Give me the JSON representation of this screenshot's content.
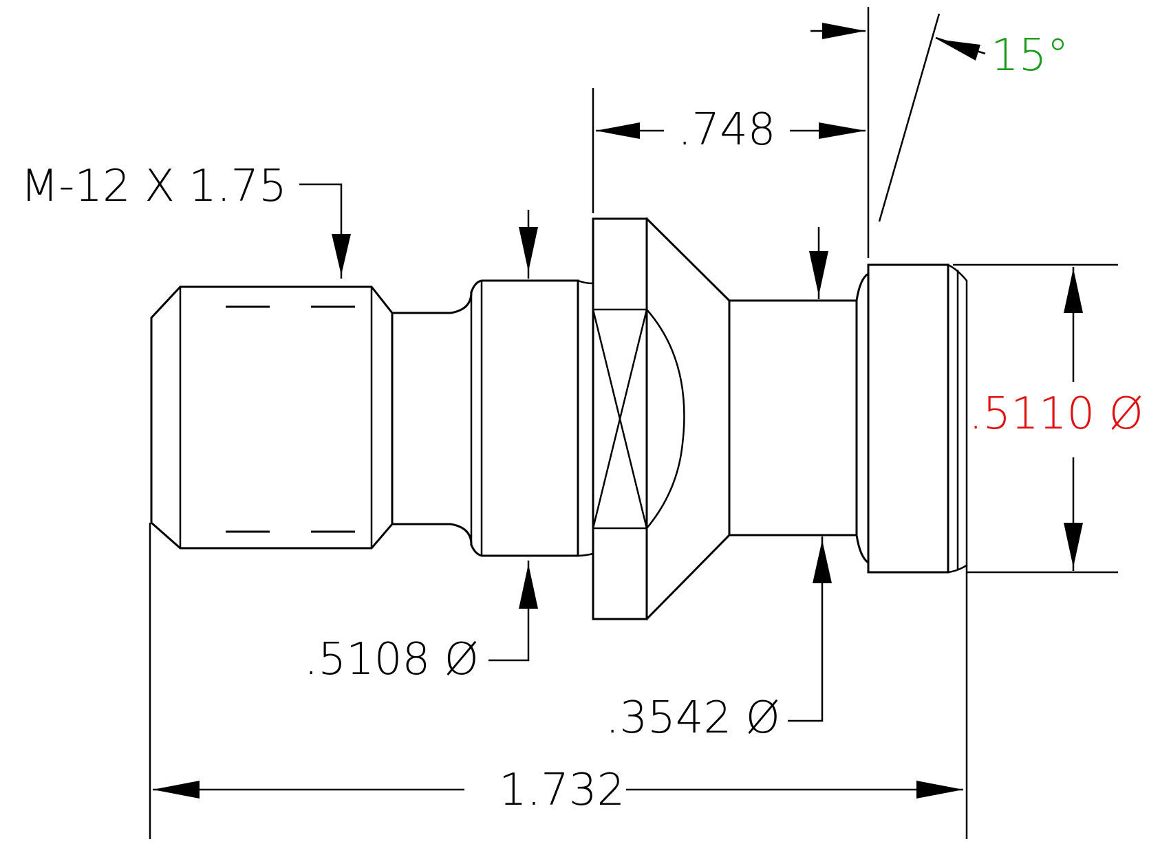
{
  "labels": {
    "thread": "M-12 X 1.75",
    "angle": "15°",
    "flange_length": ".748",
    "collar_dia": ".5108 Ø",
    "neck_dia": ".3542 Ø",
    "shank_dia": ".5110 Ø",
    "overall_length": "1.732"
  },
  "colors": {
    "lines": "#000000",
    "angle_label": "#1a9b1a",
    "shank_dia_label": "#e01010"
  }
}
